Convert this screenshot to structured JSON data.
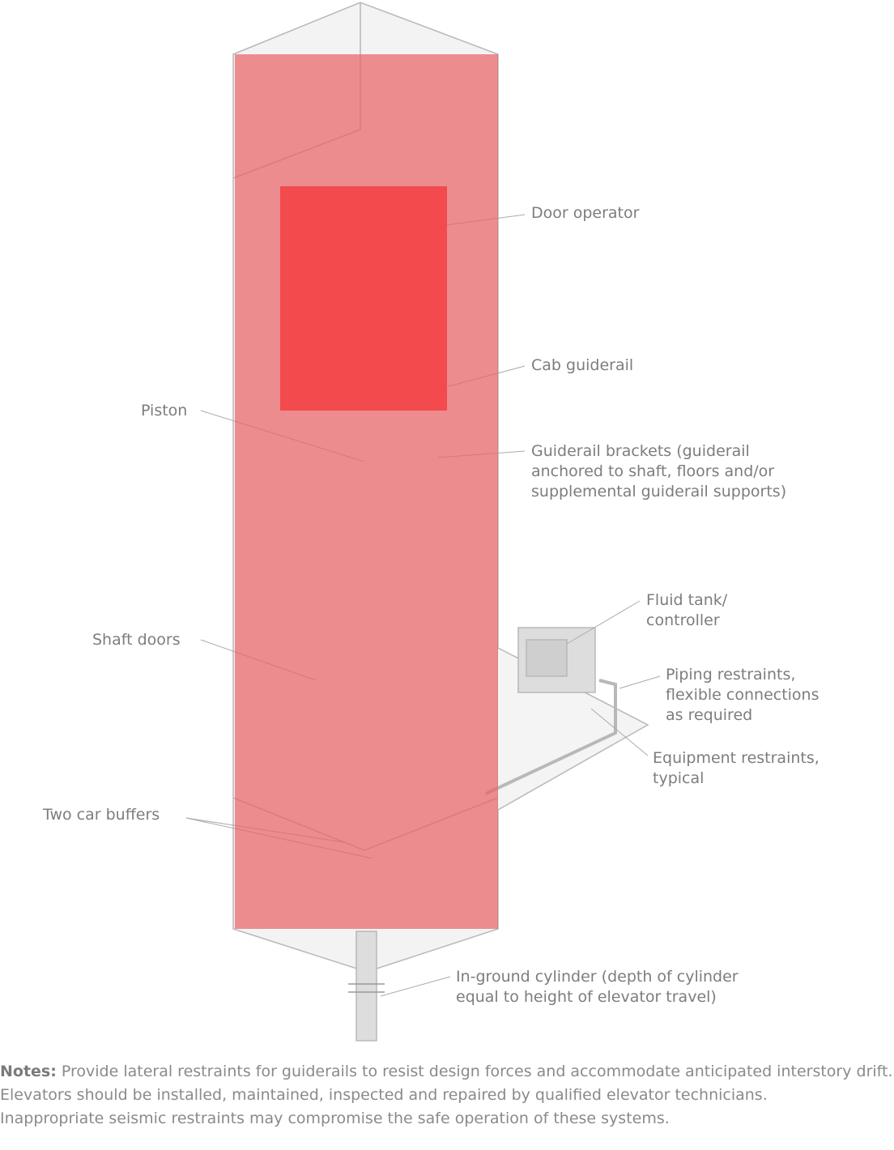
{
  "labels": {
    "door_operator": "Door operator",
    "cab_guiderail": "Cab guiderail",
    "piston": "Piston",
    "guiderail_brackets": "Guiderail brackets (guiderail\nanchored to shaft, floors and/or\nsupplemental guiderail supports)",
    "fluid_tank": "Fluid tank/\ncontroller",
    "shaft_doors": "Shaft doors",
    "piping_restraints": "Piping restraints,\nflexible connections\nas required",
    "equipment_restraints": "Equipment restraints,\ntypical",
    "two_car_buffers": "Two car buffers",
    "in_ground_cylinder": "In-ground cylinder (depth of cylinder\nequal to height of elevator travel)"
  },
  "notes": {
    "heading": "Notes:",
    "line1": " Provide lateral restraints for guiderails to resist design forces and accommodate anticipated interstory drift.",
    "line2": "Elevators should be installed, maintained, inspected and repaired by qualified elevator technicians.",
    "line3": "Inappropriate seismic restraints may compromise the safe operation of these systems."
  },
  "colors": {
    "overlay_outer": "#ec8a8c",
    "overlay_inner": "#f24a4c",
    "line": "#b5b5b5"
  }
}
